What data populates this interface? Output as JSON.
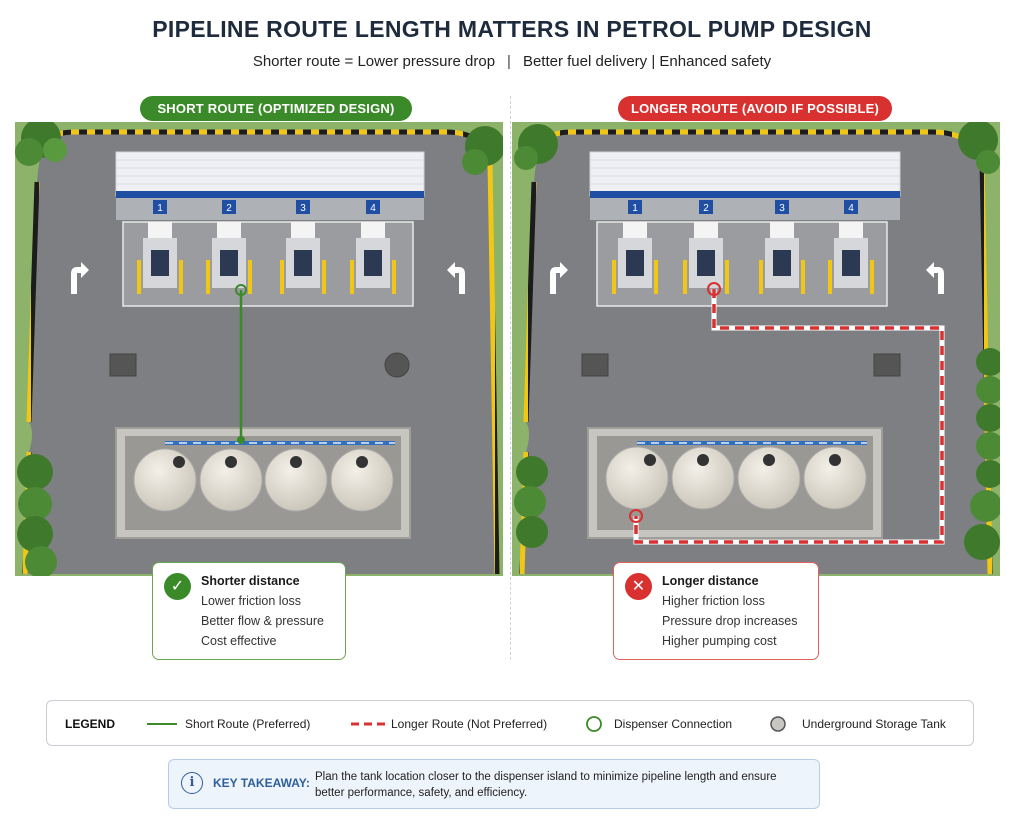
{
  "header": {
    "title": "PIPELINE ROUTE LENGTH MATTERS IN PETROL PUMP DESIGN",
    "subtitle_a": "Shorter route = Lower pressure drop",
    "subtitle_sep": "|",
    "subtitle_b": "Better fuel delivery | Enhanced safety"
  },
  "left": {
    "pill": "SHORT ROUTE (OPTIMIZED DESIGN)",
    "pump_numbers": [
      "1",
      "2",
      "3",
      "4"
    ],
    "info": {
      "badge": "✓",
      "heading": "Shorter distance",
      "lines": [
        "Lower friction loss",
        "Better flow & pressure",
        "Cost effective"
      ]
    }
  },
  "right": {
    "pill": "LONGER ROUTE (AVOID IF POSSIBLE)",
    "pump_numbers": [
      "1",
      "2",
      "3",
      "4"
    ],
    "info": {
      "badge": "✕",
      "heading": "Longer distance",
      "lines": [
        "Higher friction loss",
        "Pressure drop increases",
        "Higher pumping cost"
      ]
    }
  },
  "legend": {
    "title": "LEGEND",
    "short": "Short Route (Preferred)",
    "long": "Longer Route (Not Preferred)",
    "dispenser": "Dispenser Connection",
    "tank": "Underground Storage Tank"
  },
  "takeaway": {
    "icon": "i",
    "label": "KEY TAKEAWAY:",
    "text": "Plan the tank location closer to the dispenser island to minimize pipeline length and ensure better performance, safety, and efficiency."
  },
  "colors": {
    "short_route": "#3a8a2a",
    "long_route": "#d93030",
    "asphalt": "#7d7f82",
    "canopy_blue": "#1f4ea3"
  }
}
